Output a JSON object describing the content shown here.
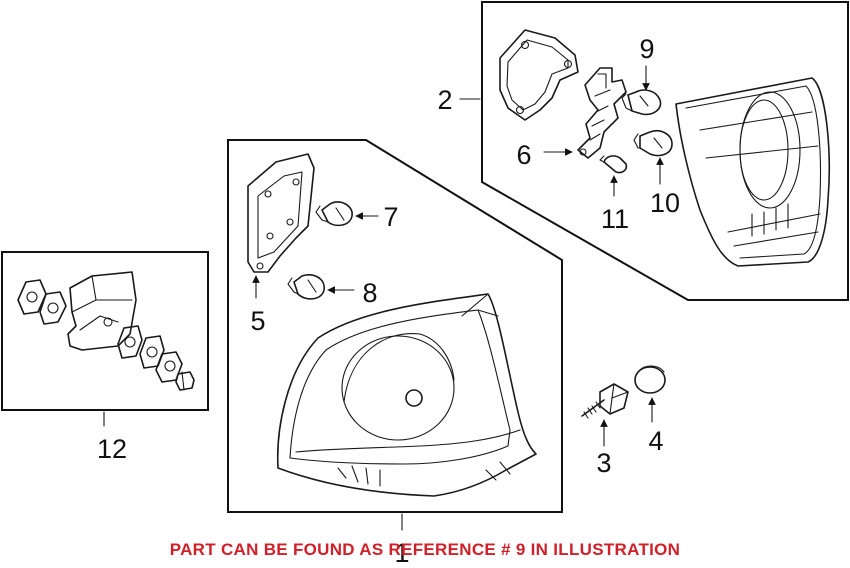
{
  "diagram": {
    "callouts": {
      "c1": "1",
      "c2": "2",
      "c3": "3",
      "c4": "4",
      "c5": "5",
      "c6": "6",
      "c7": "7",
      "c8": "8",
      "c9": "9",
      "c10": "10",
      "c11": "11",
      "c12": "12"
    }
  },
  "footer": {
    "note": "PART CAN BE FOUND AS REFERENCE # 9 IN ILLUSTRATION",
    "note_color": "#d0202a"
  }
}
